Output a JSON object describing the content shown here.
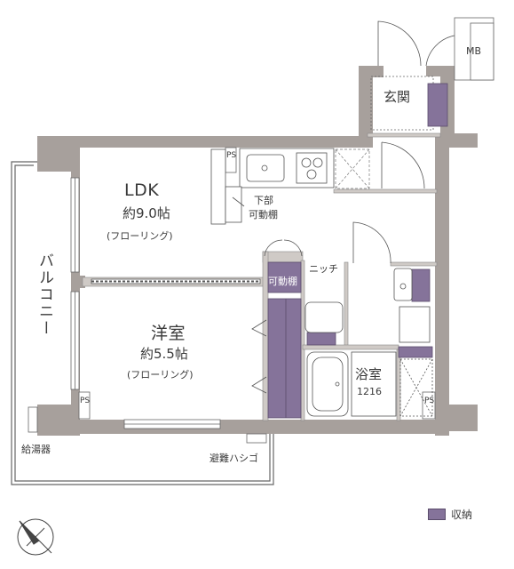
{
  "rooms": {
    "ldk": {
      "name": "LDK",
      "size": "約9.0帖",
      "floor": "(フローリング)"
    },
    "western": {
      "name": "洋室",
      "size": "約5.5帖",
      "floor": "(フローリング)"
    },
    "bath": {
      "name": "浴室",
      "size": "1216"
    },
    "entrance": {
      "name": "玄関"
    },
    "balcony": {
      "name": "バルコニー"
    }
  },
  "labels": {
    "under_shelf_line1": "下部",
    "under_shelf_line2": "可動棚",
    "movable_shelf": "可動棚",
    "niche": "ニッチ",
    "mb": "MB",
    "water_heater": "給湯器",
    "escape_ladder": "避難ハシゴ",
    "ps": "PS"
  },
  "legend": {
    "storage_label": "収納",
    "storage_color": "#85739a"
  },
  "colors": {
    "wall": "#a7a09c",
    "storage": "#85739a",
    "line": "#555555"
  }
}
